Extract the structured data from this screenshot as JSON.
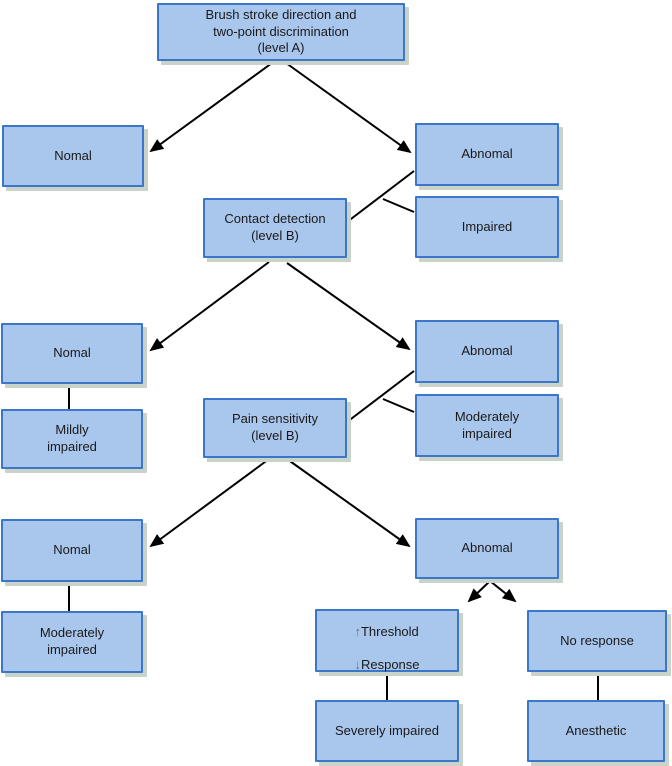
{
  "colors": {
    "node_fill": "#a9c6ec",
    "node_border": "#3b76c9",
    "node_shadow": "#c9d3c9",
    "connector": "#000000",
    "arrow_glyph": "#6f6f6f",
    "background": "#ffffff"
  },
  "nodes": {
    "levelA": {
      "label": "Brush stroke direction and\ntwo-point discrimination\n(level A)"
    },
    "r1Normal": {
      "label": "Nomal"
    },
    "r1Abnormal": {
      "label": "Abnomal"
    },
    "r1Impaired": {
      "label": "Impaired"
    },
    "contact": {
      "label": "Contact detection\n(level B)"
    },
    "r2Normal": {
      "label": "Nomal"
    },
    "r2Mildly": {
      "label": "Mildly\nimpaired"
    },
    "pain": {
      "label": "Pain sensitivity\n(level B)"
    },
    "r2Abnormal": {
      "label": "Abnomal"
    },
    "r2Moderately": {
      "label": "Moderately\nimpaired"
    },
    "r3Normal": {
      "label": "Nomal"
    },
    "r3Moderately": {
      "label": "Moderately\nimpaired"
    },
    "r3Abnormal": {
      "label": "Abnomal"
    },
    "threshold": {
      "line1_arrow": "↑",
      "line1_text": "Threshold",
      "line2_arrow": "↓",
      "line2_text": "Response"
    },
    "noResponse": {
      "label": "No response"
    },
    "severely": {
      "label": "Severely impaired"
    },
    "anesthetic": {
      "label": "Anesthetic"
    }
  }
}
